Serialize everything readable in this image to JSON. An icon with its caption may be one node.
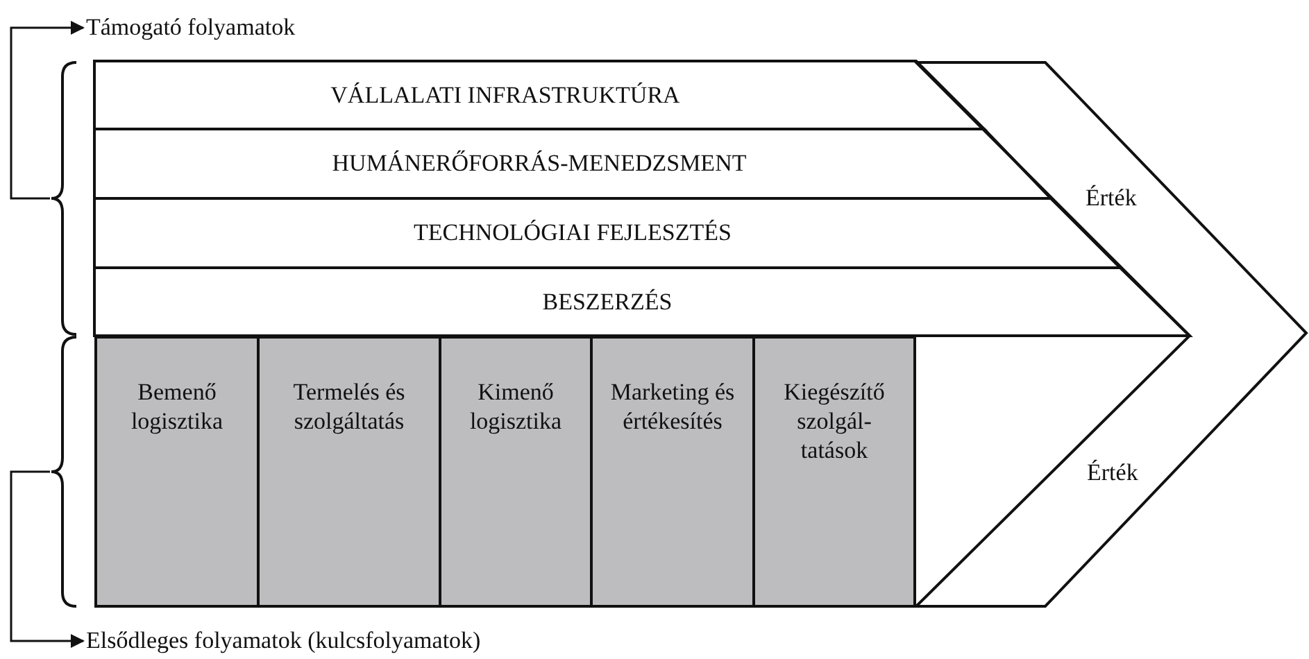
{
  "diagram": {
    "nodes": [
      {
        "text": [
          "Támogató folyamatok"
        ]
      },
      {
        "text": [],
        "shape": "bracket"
      },
      {
        "text": [
          "VÁLLALATI INFRASTRUKTÚRA"
        ]
      },
      {
        "text": [
          "HUMÁNERŐFORRÁS-MENEDZSMENT"
        ]
      },
      {
        "text": [
          "TECHNOLÓGIAI FEJLESZTÉS"
        ]
      },
      {
        "text": [
          "BESZERZÉS"
        ]
      },
      {
        "text": [
          "Bemenő logisztika"
        ]
      },
      {
        "text": [
          "Termelés és szolgáltatás"
        ]
      },
      {
        "text": [
          "Kimenő logisztika"
        ]
      },
      {
        "text": [
          "Marketing és értékesítés"
        ]
      },
      {
        "text": [
          "Kiegészítő szolgál- tatások"
        ]
      },
      {
        "text": [],
        "shape": "bracket"
      },
      {
        "text": [
          "Elsődleges folyamatok (kulcsfolyamatok)"
        ]
      },
      {
        "text": [
          "Érték",
          "Érték"
        ]
      }
    ],
    "edges": [
      {
        "from": 1,
        "to": 0,
        "arrow": "to"
      },
      {
        "from": 11,
        "to": 12,
        "arrow": "to"
      }
    ]
  }
}
